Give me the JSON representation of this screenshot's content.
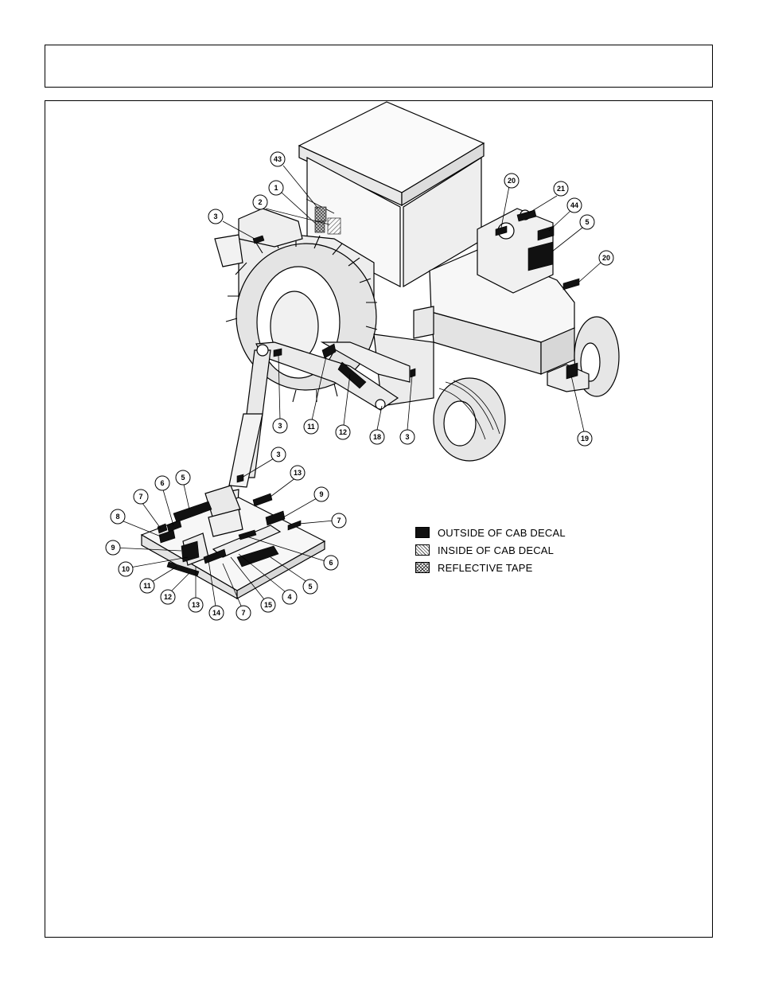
{
  "header": {
    "title": ""
  },
  "legend": [
    {
      "label": "OUTSIDE OF CAB DECAL",
      "pattern": "solid"
    },
    {
      "label": "INSIDE OF CAB DECAL",
      "pattern": "hatch"
    },
    {
      "label": "REFLECTIVE TAPE",
      "pattern": "crosshatch"
    }
  ],
  "callouts": {
    "c43": "43",
    "c1": "1",
    "c2": "2",
    "c3a": "3",
    "c20a": "20",
    "c21": "21",
    "c44": "44",
    "c5a": "5",
    "c20b": "20",
    "c3b": "3",
    "c11a": "11",
    "c12a": "12",
    "c18": "18",
    "c3c": "3",
    "c19": "19",
    "c3d": "3",
    "c13a": "13",
    "c9a": "9",
    "c7a": "7",
    "c6a": "6",
    "c5b": "5",
    "c7b": "7",
    "c8": "8",
    "c9b": "9",
    "c10": "10",
    "c6b": "6",
    "c11b": "11",
    "c12b": "12",
    "c13b": "13",
    "c14": "14",
    "c7c": "7",
    "c15": "15",
    "c4": "4",
    "c5c": "5"
  },
  "colors": {
    "decal_outside": "#111111",
    "line": "#000000",
    "body_fill": "#f2f2f2"
  }
}
